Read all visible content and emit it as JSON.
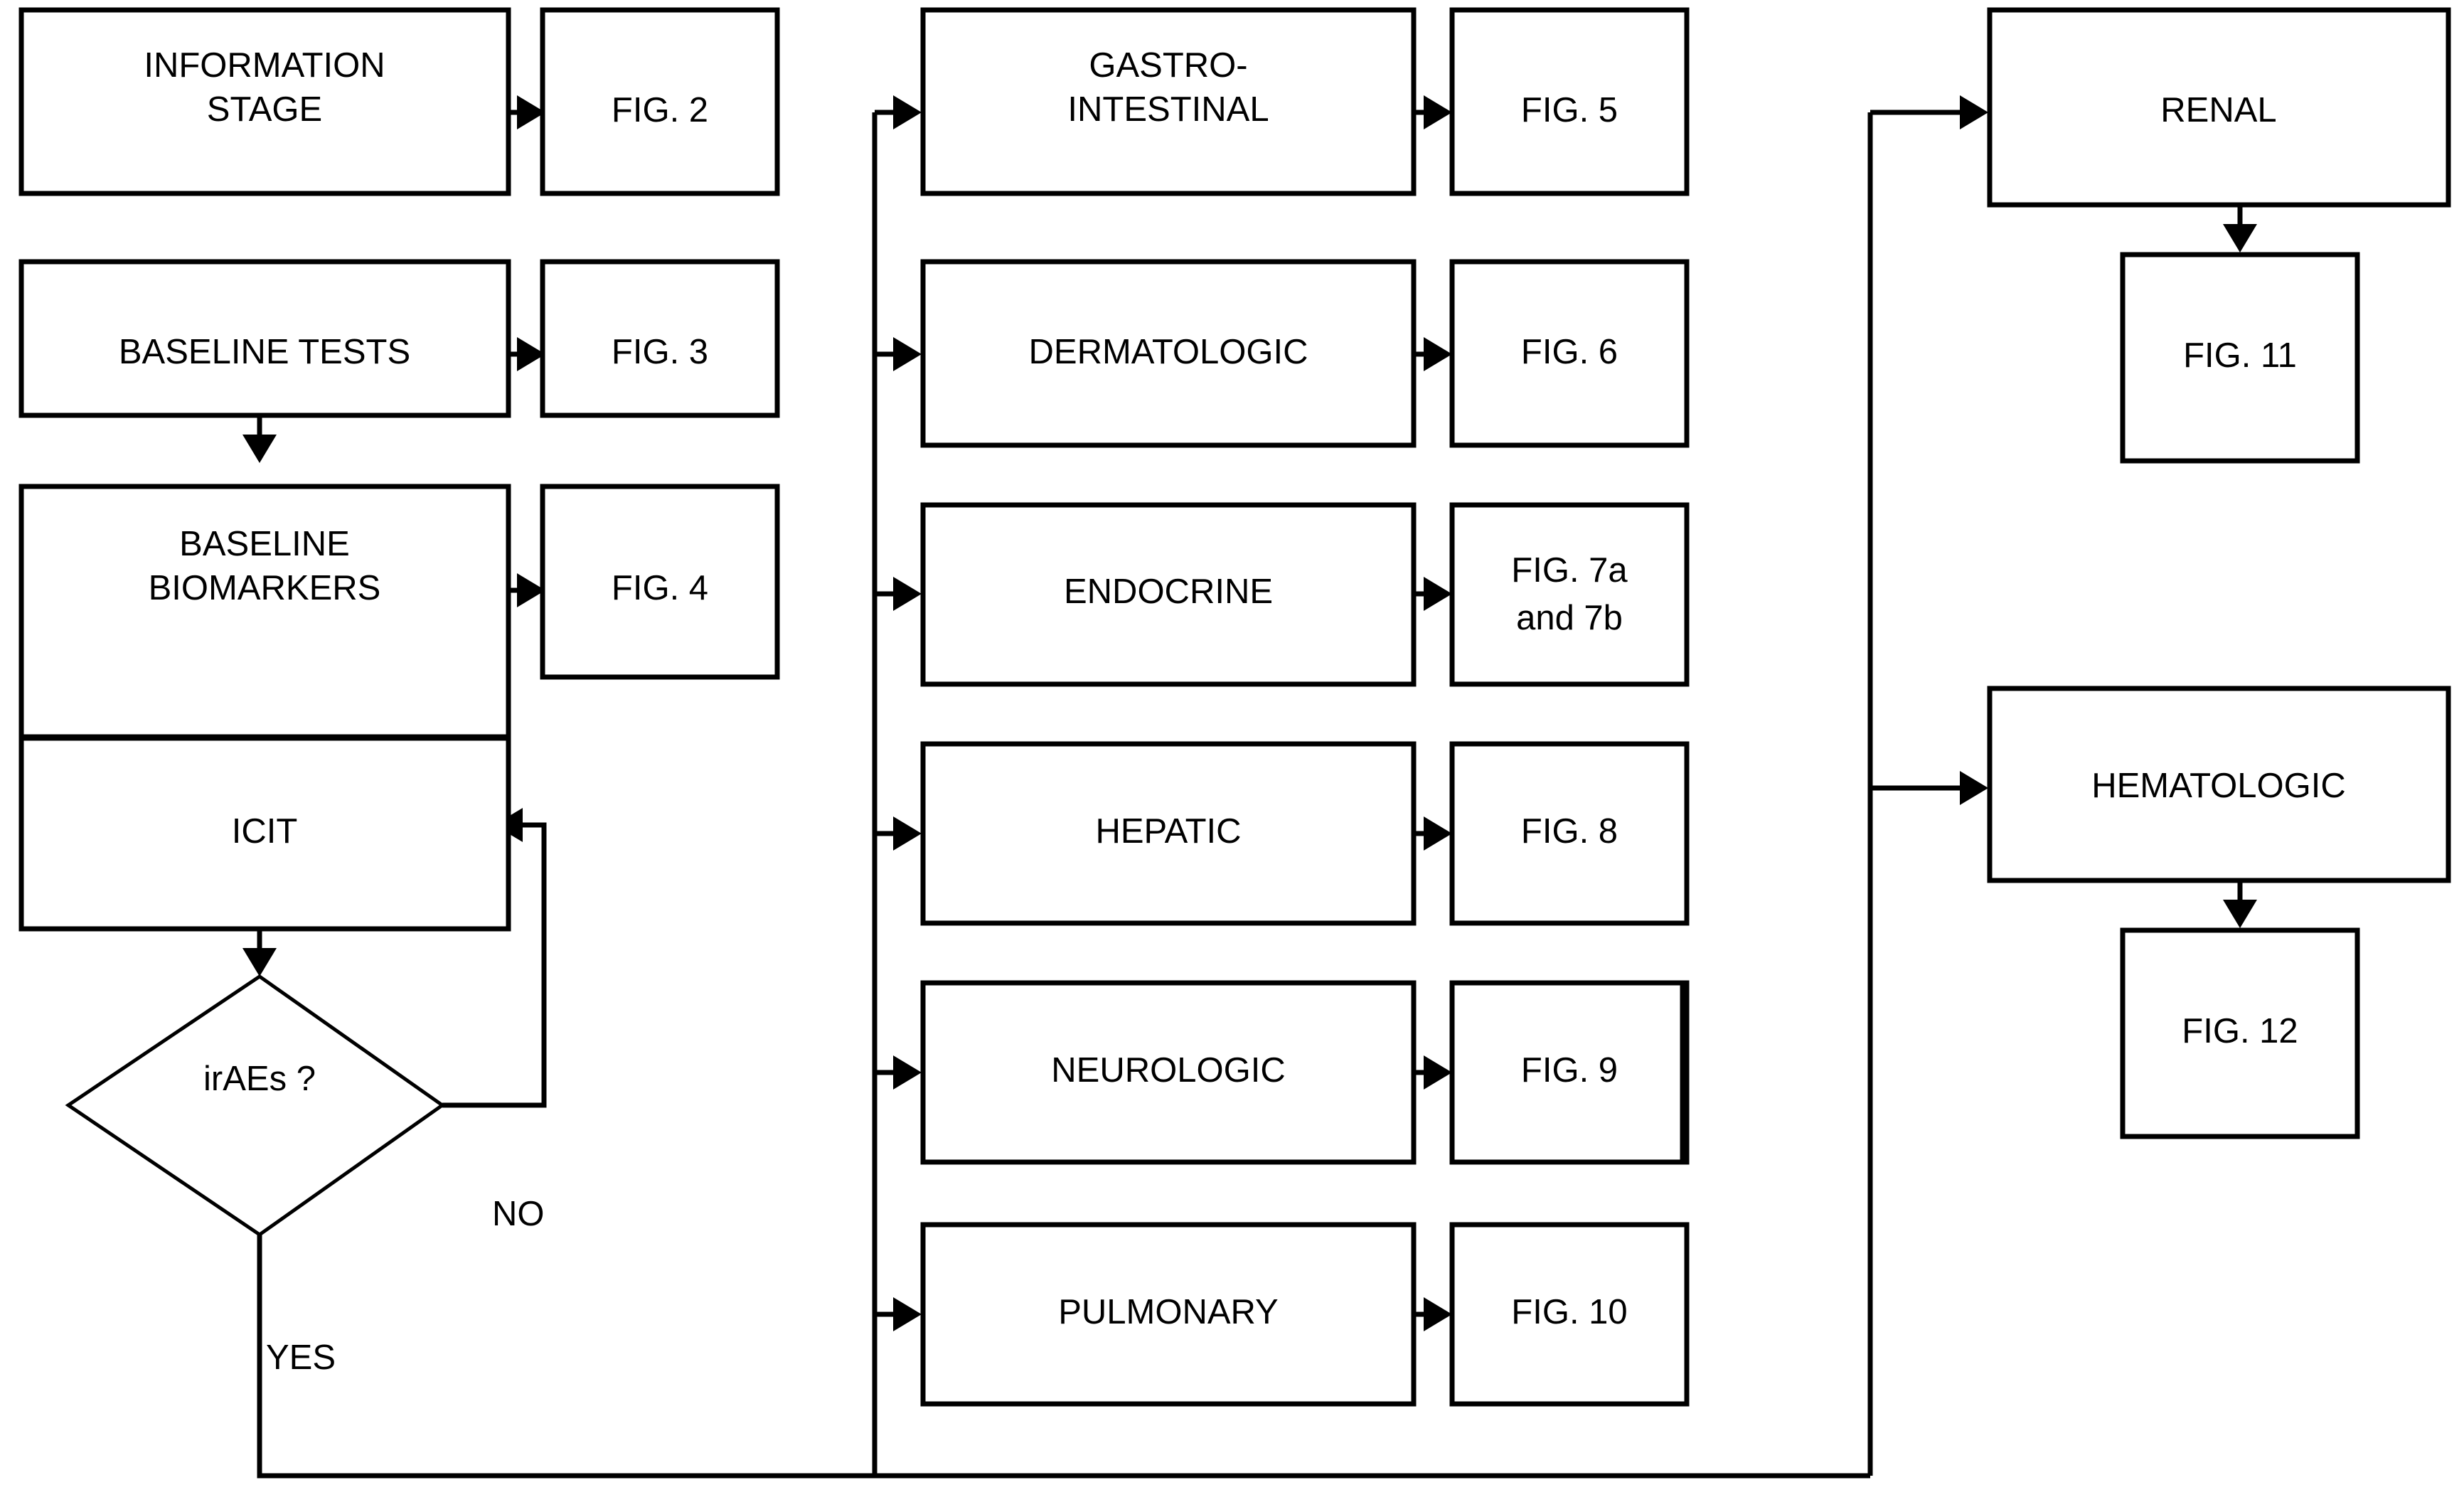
{
  "diagram": {
    "type": "flowchart",
    "title": "ICIT immune-related adverse event management flowchart",
    "orientation": "left-to-right with three columns",
    "colors": {
      "background": "#ffffff",
      "stroke": "#000000",
      "fill": "#ffffff",
      "text": "#000000"
    }
  },
  "nodes": {
    "information_stage": {
      "label_line1": "INFORMATION",
      "label_line2": "STAGE"
    },
    "fig2": {
      "label": "FIG. 2"
    },
    "baseline_tests": {
      "label": "BASELINE TESTS"
    },
    "fig3": {
      "label": "FIG. 3"
    },
    "baseline_biomarkers": {
      "label_line1": "BASELINE",
      "label_line2": "BIOMARKERS"
    },
    "fig4": {
      "label": "FIG. 4"
    },
    "icit": {
      "label": "ICIT"
    },
    "iraes_decision": {
      "label": "irAEs ?"
    },
    "gastrointestinal": {
      "label_line1": "GASTRO-",
      "label_line2": "INTESTINAL"
    },
    "fig5": {
      "label": "FIG. 5"
    },
    "dermatologic": {
      "label": "DERMATOLOGIC"
    },
    "fig6": {
      "label": "FIG. 6"
    },
    "endocrine": {
      "label": "ENDOCRINE"
    },
    "fig7": {
      "label_line1": "FIG. 7a",
      "label_line2": "and 7b"
    },
    "hepatic": {
      "label": "HEPATIC"
    },
    "fig8": {
      "label": "FIG. 8"
    },
    "neurologic": {
      "label": "NEUROLOGIC"
    },
    "fig9": {
      "label": "FIG. 9"
    },
    "pulmonary": {
      "label": "PULMONARY"
    },
    "fig10": {
      "label": "FIG. 10"
    },
    "renal": {
      "label": "RENAL"
    },
    "fig11": {
      "label": "FIG. 11"
    },
    "hematologic": {
      "label": "HEMATOLOGIC"
    },
    "fig12": {
      "label": "FIG. 12"
    }
  },
  "edge_labels": {
    "no_branch": "NO",
    "yes_branch": "YES"
  }
}
